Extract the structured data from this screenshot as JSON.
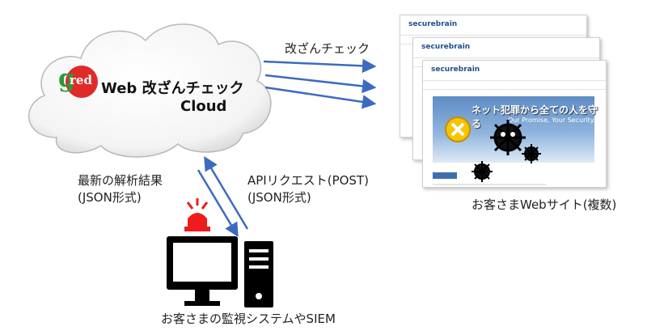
{
  "diagram": {
    "cloud": {
      "logo_text": "red",
      "logo_letter": "g",
      "title": "Web 改ざんチェック",
      "subtitle": "Cloud"
    },
    "check_label": "改ざんチェック",
    "websites": {
      "brand": "securebrain",
      "hero_text": "ネット犯罪から全ての人を守る",
      "hero_sub": "Our Promise, Your Security.",
      "caption": "お客さまWebサイト(複数)"
    },
    "result_label": {
      "line1": "最新の解析結果",
      "line2": "(JSON形式)"
    },
    "api_label": {
      "line1": "APIリクエスト(POST)",
      "line2": "(JSON形式)"
    },
    "monitor_caption": "お客さまの監視システムやSIEM",
    "colors": {
      "arrow": "#3b6bc1",
      "logo_red": "#e02a2a",
      "logo_green": "#2c9a3a",
      "alert": "#ef1c1c"
    },
    "icons": [
      "cloud-icon",
      "arrow-icon",
      "malware-icon",
      "warning-x-icon",
      "siren-icon",
      "computer-monitor-icon",
      "computer-tower-icon"
    ]
  }
}
